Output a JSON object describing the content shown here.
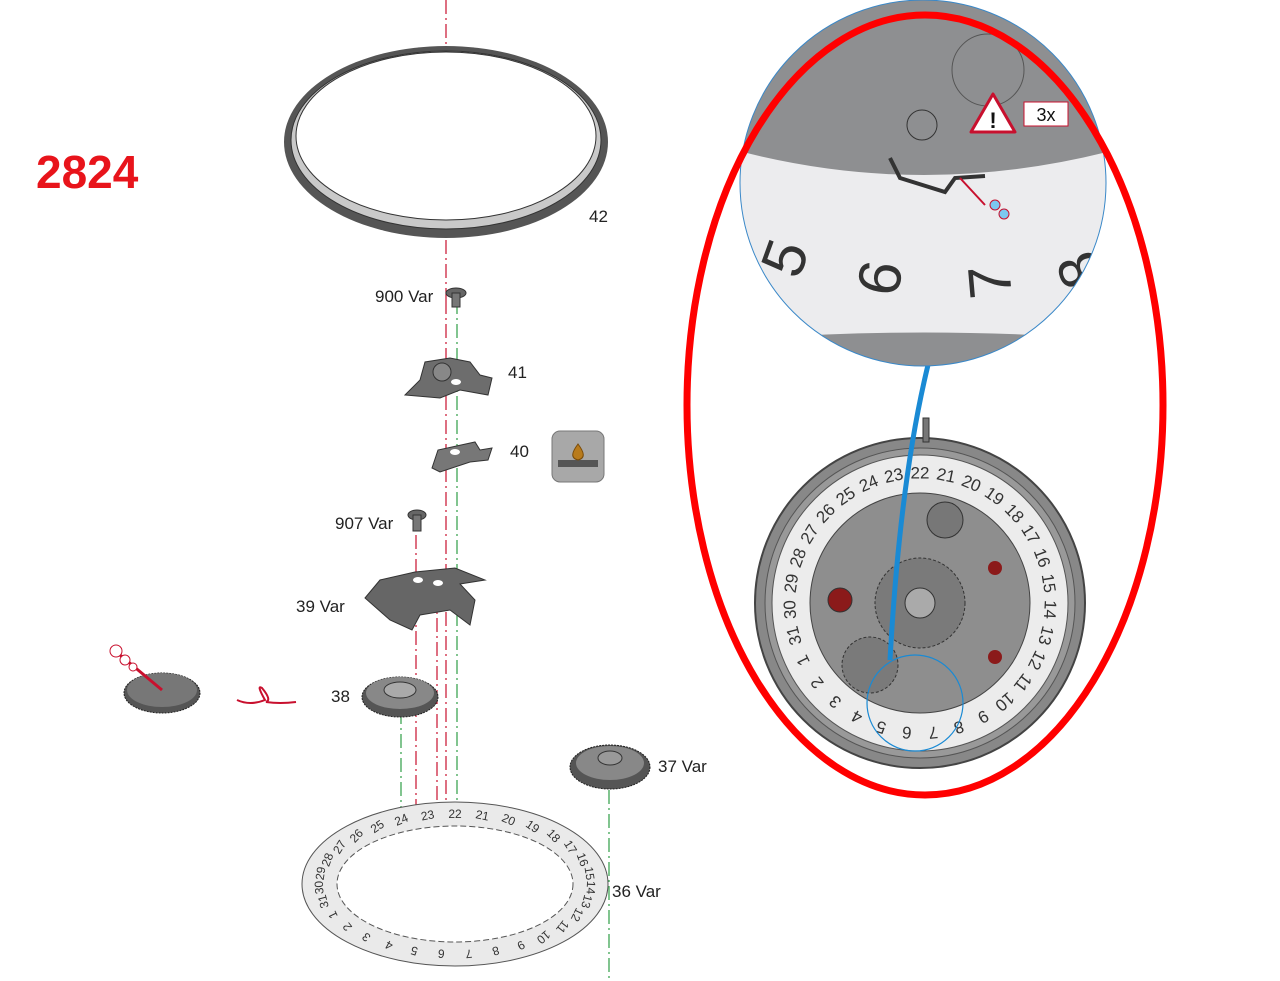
{
  "title": "2824",
  "parts": {
    "p42": "42",
    "p900": "900 Var",
    "p41": "41",
    "p40": "40",
    "p907": "907 Var",
    "p39": "39 Var",
    "p38": "38",
    "p37": "37 Var",
    "p36": "36 Var"
  },
  "detail": {
    "warning_count": "3x",
    "zoom_digits": [
      "5",
      "6",
      "7",
      "8"
    ]
  },
  "date_numbers": [
    "1",
    "2",
    "3",
    "4",
    "5",
    "6",
    "7",
    "8",
    "9",
    "10",
    "11",
    "12",
    "13",
    "14",
    "15",
    "16",
    "17",
    "18",
    "19",
    "20",
    "21",
    "22",
    "23",
    "24",
    "25",
    "26",
    "27",
    "28",
    "29",
    "30",
    "31"
  ],
  "icons": [
    "warning-icon",
    "oil-lubrication-icon",
    "rotation-arrow-icon",
    "oil-applicator-icon"
  ],
  "colors": {
    "title": "#e8141b",
    "highlight": "#ff0000",
    "guide_red": "#c8102e",
    "guide_green": "#2e9e45",
    "link_blue": "#1a8ad4"
  }
}
